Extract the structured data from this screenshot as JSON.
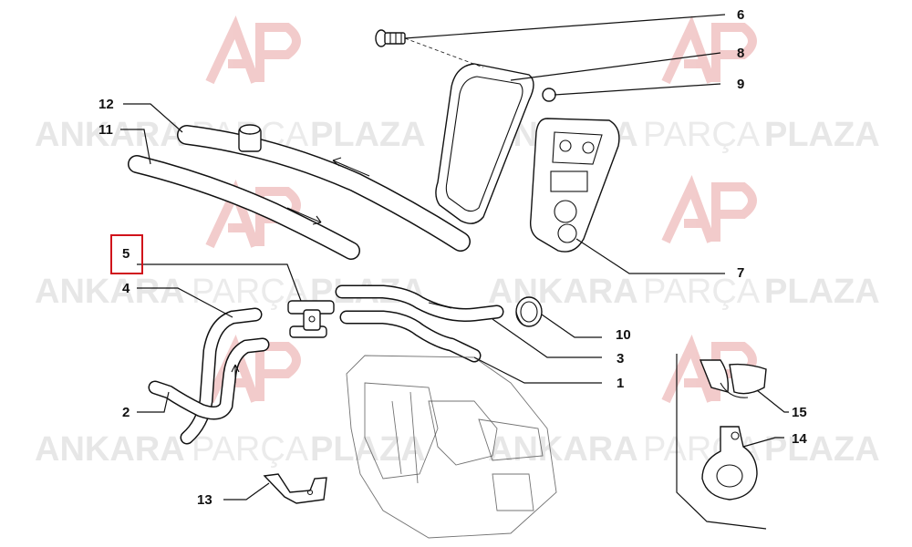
{
  "watermark": {
    "word1": "ANKARA",
    "word2": "PARÇA",
    "word3": "PLAZA"
  },
  "callouts": [
    {
      "id": "1",
      "label": "1"
    },
    {
      "id": "2",
      "label": "2"
    },
    {
      "id": "3",
      "label": "3"
    },
    {
      "id": "4",
      "label": "4"
    },
    {
      "id": "5",
      "label": "5",
      "highlighted": true
    },
    {
      "id": "6",
      "label": "6"
    },
    {
      "id": "7",
      "label": "7"
    },
    {
      "id": "8",
      "label": "8"
    },
    {
      "id": "9",
      "label": "9"
    },
    {
      "id": "10",
      "label": "10"
    },
    {
      "id": "11",
      "label": "11"
    },
    {
      "id": "12",
      "label": "12"
    },
    {
      "id": "13",
      "label": "13"
    },
    {
      "id": "14",
      "label": "14"
    },
    {
      "id": "15",
      "label": "15"
    }
  ],
  "colors": {
    "highlight": "#d0121b",
    "ink": "#111111",
    "watermark": "#d4d4d4"
  }
}
